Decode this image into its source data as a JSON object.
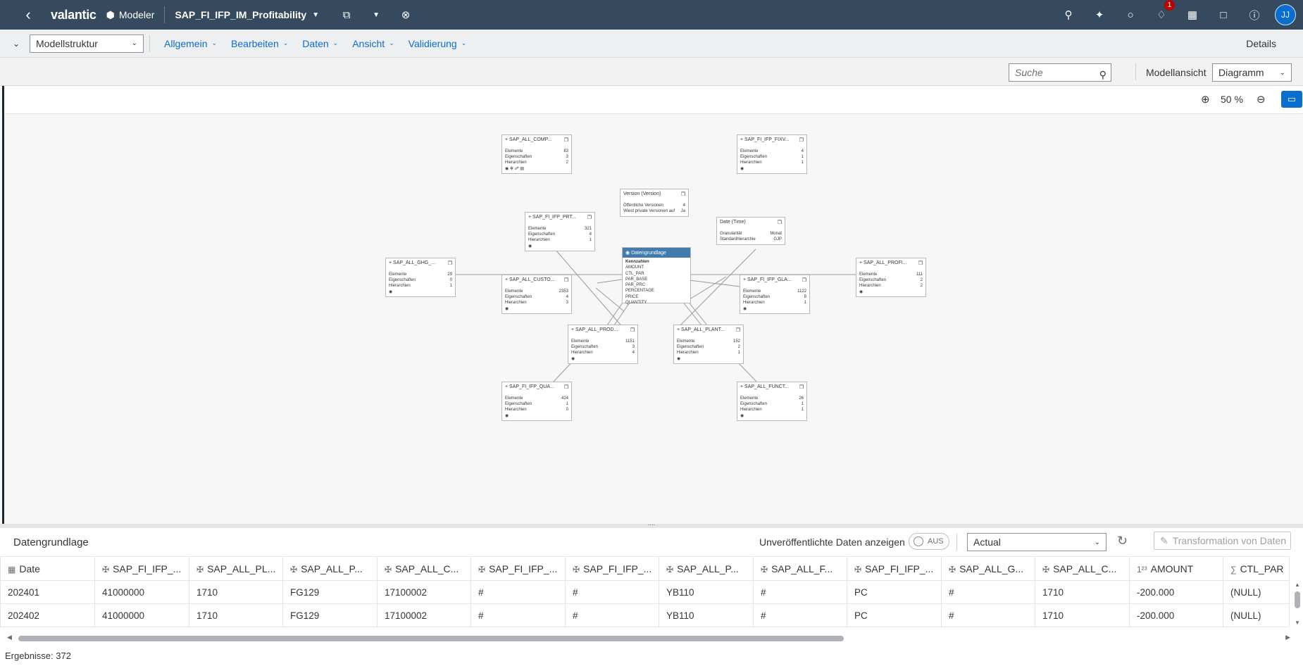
{
  "shell": {
    "logo": "valantic",
    "app_name": "Modeler",
    "model_name": "SAP_FI_IFP_IM_Profitability",
    "notification_count": "1",
    "avatar_initials": "JJ"
  },
  "toolbar": {
    "structure_select": "Modellstruktur",
    "menus": [
      "Allgemein",
      "Bearbeiten",
      "Daten",
      "Ansicht",
      "Validierung"
    ],
    "details": "Details"
  },
  "subbar": {
    "search_placeholder": "Suche",
    "model_view_label": "Modellansicht",
    "model_view_value": "Diagramm",
    "zoom": "50 %"
  },
  "diagram": {
    "fact": {
      "title": "Datengrundlage",
      "section": "Kennzahlen",
      "measures": [
        "AMOUNT",
        "CTL_PAR",
        "PAR_BASE",
        "PAR_PRC",
        "PERCENTAGE",
        "PRICE",
        "QUANTITY"
      ]
    },
    "nodes": [
      {
        "title": "SAP_ALL_COMP...",
        "elemente": "83",
        "eigenschaften": "3",
        "hierarchien": "2"
      },
      {
        "title": "SAP_FI_IFP_FIXV...",
        "elemente": "4",
        "eigenschaften": "1",
        "hierarchien": "1"
      },
      {
        "title": "SAP_FI_IFP_PRT...",
        "elemente": "321",
        "eigenschaften": "4",
        "hierarchien": "1"
      },
      {
        "title": "SAP_ALL_GHG_...",
        "elemente": "29",
        "eigenschaften": "0",
        "hierarchien": "1"
      },
      {
        "title": "SAP_ALL_CUSTO...",
        "elemente": "2353",
        "eigenschaften": "4",
        "hierarchien": "3"
      },
      {
        "title": "SAP_FI_IFP_GLA...",
        "elemente": "1122",
        "eigenschaften": "8",
        "hierarchien": "1"
      },
      {
        "title": "SAP_ALL_PROFI...",
        "elemente": "111",
        "eigenschaften": "2",
        "hierarchien": "2"
      },
      {
        "title": "SAP_ALL_PROD...",
        "elemente": "1151",
        "eigenschaften": "3",
        "hierarchien": "4"
      },
      {
        "title": "SAP_ALL_PLANT...",
        "elemente": "152",
        "eigenschaften": "2",
        "hierarchien": "1"
      },
      {
        "title": "SAP_FI_IFP_QUA...",
        "elemente": "424",
        "eigenschaften": "1",
        "hierarchien": "0"
      },
      {
        "title": "SAP_ALL_FUNCT...",
        "elemente": "26",
        "eigenschaften": "1",
        "hierarchien": "1"
      }
    ],
    "labels": {
      "elemente": "Elemente",
      "eigenschaften": "Eigenschaften",
      "hierarchien": "Hierarchien"
    },
    "version_node": {
      "title": "Version (Version)",
      "row1_label": "Öffentliche Versionen",
      "row1_value": "4",
      "row2_label": "Wiest private Versionen auf",
      "row2_value": "Ja"
    },
    "date_node": {
      "title": "Date (Time)",
      "row1_label": "Granularität",
      "row1_value": "Monat",
      "row2_label": "Standardhierarchie",
      "row2_value": "GJP"
    }
  },
  "bottom": {
    "title": "Datengrundlage",
    "unpublished_label": "Unveröffentlichte Daten anzeigen",
    "toggle": "AUS",
    "version": "Actual",
    "transform": "Transformation von Daten",
    "columns": [
      "Date",
      "SAP_FI_IFP_...",
      "SAP_ALL_PL...",
      "SAP_ALL_P...",
      "SAP_ALL_C...",
      "SAP_FI_IFP_...",
      "SAP_FI_IFP_...",
      "SAP_ALL_P...",
      "SAP_ALL_F...",
      "SAP_FI_IFP_...",
      "SAP_ALL_G...",
      "SAP_ALL_C...",
      "AMOUNT",
      "CTL_PAR"
    ],
    "rows": [
      [
        "202401",
        "41000000",
        "1710",
        "FG129",
        "17100002",
        "#",
        "#",
        "YB110",
        "#",
        "PC",
        "#",
        "1710",
        "-200.000",
        "(NULL)"
      ],
      [
        "202402",
        "41000000",
        "1710",
        "FG129",
        "17100002",
        "#",
        "#",
        "YB110",
        "#",
        "PC",
        "#",
        "1710",
        "-200.000",
        "(NULL)"
      ]
    ],
    "results": "Ergebnisse: 372"
  }
}
